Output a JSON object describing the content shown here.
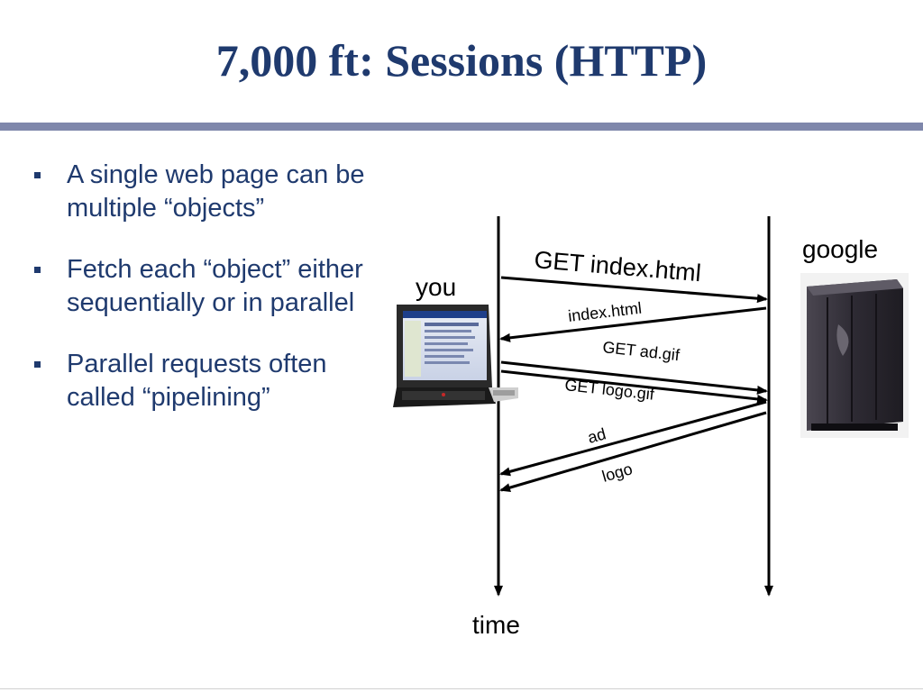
{
  "slide": {
    "title": "7,000 ft: Sessions (HTTP)"
  },
  "bullets": [
    {
      "text": "A single web page can be multiple “objects”"
    },
    {
      "text": "Fetch each “object” either sequentially or in parallel"
    },
    {
      "text": "Parallel requests often called “pipelining”"
    }
  ],
  "diagram": {
    "client_label": "you",
    "server_label": "google",
    "time_label": "time",
    "client_icon": "laptop-icon",
    "server_icon": "server-tower-icon",
    "messages": [
      {
        "label": "GET index.html",
        "direction": "client-to-server"
      },
      {
        "label": "index.html",
        "direction": "server-to-client"
      },
      {
        "label": "GET ad.gif",
        "direction": "client-to-server"
      },
      {
        "label": "GET logo.gif",
        "direction": "client-to-server"
      },
      {
        "label": "ad",
        "direction": "server-to-client"
      },
      {
        "label": "logo",
        "direction": "server-to-client"
      }
    ]
  }
}
